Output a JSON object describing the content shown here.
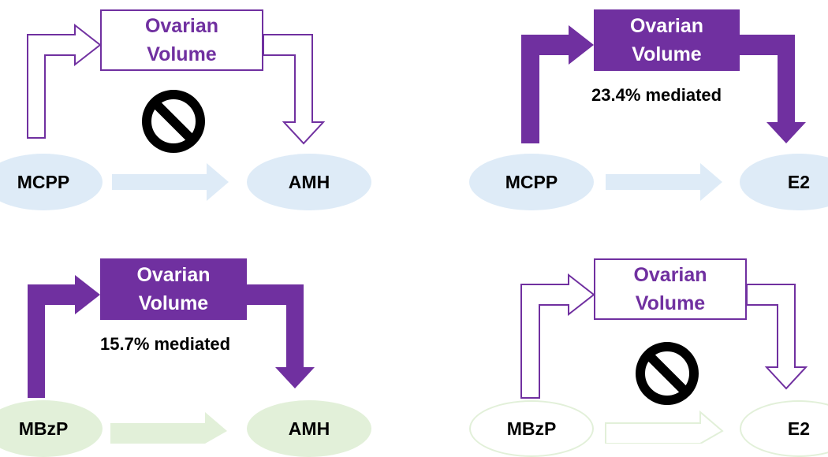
{
  "panels": {
    "top_left": {
      "mediator": {
        "line1": "Ovarian",
        "line2": "Volume"
      },
      "exposure": "MCPP",
      "outcome": "AMH",
      "mediated_label": "",
      "no_mediation_icon": "no-entry-icon"
    },
    "top_right": {
      "mediator": {
        "line1": "Ovarian",
        "line2": "Volume"
      },
      "exposure": "MCPP",
      "outcome": "E2",
      "mediated_label": "23.4% mediated"
    },
    "bottom_left": {
      "mediator": {
        "line1": "Ovarian",
        "line2": "Volume"
      },
      "exposure": "MBzP",
      "outcome": "AMH",
      "mediated_label": "15.7% mediated"
    },
    "bottom_right": {
      "mediator": {
        "line1": "Ovarian",
        "line2": "Volume"
      },
      "exposure": "MBzP",
      "outcome": "E2",
      "mediated_label": "",
      "no_mediation_icon": "no-entry-icon"
    }
  },
  "colors": {
    "purple": "#7030a0",
    "light_blue": "#deebf7",
    "light_green": "#e2f0d9",
    "black": "#000000"
  }
}
